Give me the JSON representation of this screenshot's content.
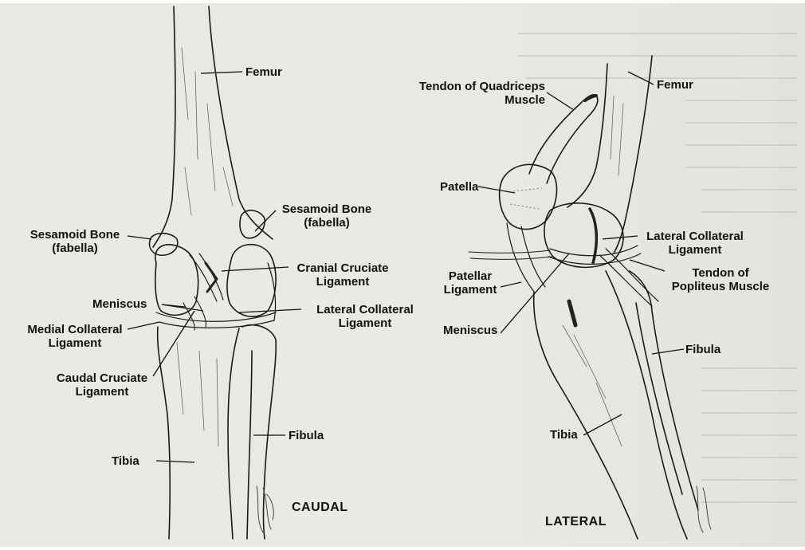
{
  "caudal_view": {
    "view_label": "CAUDAL",
    "labels": {
      "femur": "Femur",
      "sesamoid_right_1": "Sesamoid Bone",
      "sesamoid_right_2": "(fabella)",
      "sesamoid_left_1": "Sesamoid Bone",
      "sesamoid_left_2": "(fabella)",
      "cranial_cruciate_1": "Cranial Cruciate",
      "cranial_cruciate_2": "Ligament",
      "meniscus": "Meniscus",
      "lateral_collateral_1": "Lateral Collateral",
      "lateral_collateral_2": "Ligament",
      "medial_collateral_1": "Medial Collateral",
      "medial_collateral_2": "Ligament",
      "caudal_cruciate_1": "Caudal Cruciate",
      "caudal_cruciate_2": "Ligament",
      "fibula": "Fibula",
      "tibia": "Tibia"
    }
  },
  "lateral_view": {
    "view_label": "LATERAL",
    "labels": {
      "tendon_quadriceps_1": "Tendon of Quadriceps",
      "tendon_quadriceps_2": "Muscle",
      "femur": "Femur",
      "patella": "Patella",
      "lateral_collateral_1": "Lateral Collateral",
      "lateral_collateral_2": "Ligament",
      "tendon_popliteus_1": "Tendon of",
      "tendon_popliteus_2": "Popliteus Muscle",
      "patellar_ligament_1": "Patellar",
      "patellar_ligament_2": "Ligament",
      "meniscus": "Meniscus",
      "fibula": "Fibula",
      "tibia": "Tibia"
    }
  }
}
